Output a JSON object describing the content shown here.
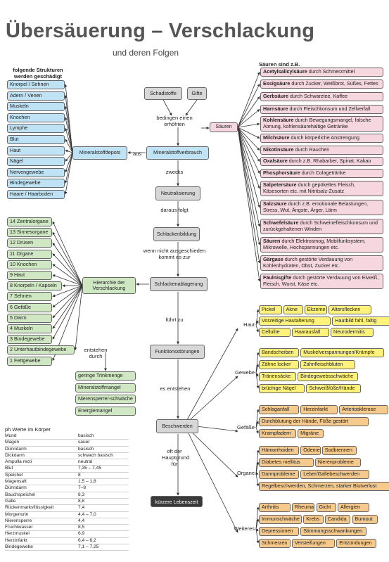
{
  "title": "Übersäuerung – Verschlackung",
  "subtitle": "und deren Folgen",
  "labels": {
    "left_header": "folgende Strukturen\nwerden geschädigt",
    "sauren_header": "Säuren sind z.B.",
    "bedingen": "bedingen einen\nerhöhten",
    "aus": "aus",
    "zwecks": "zwecks",
    "daraus": "daraus folgt",
    "wenn": "wenn nicht ausgeschieden\nkommt es zur",
    "fuehrt": "führt zu",
    "entstehen": "entstehen\ndurch",
    "es_entstehen": "es entstehen",
    "oft": "oft der\nHauptgrund\nfür"
  },
  "flow": {
    "schadstoffe": "Schadstoffe",
    "gifte": "Gifte",
    "saeuren": "Säuren",
    "mineralstoffverbrauch": "Mineralstoffverbrauch",
    "mineralstoffdepots": "Mineralstoffdepots",
    "neutralisierung": "Neutralisierung",
    "schlackenbildung": "Schlackenbildung",
    "schlackenablagerung": "Schlackenablagerung",
    "hierarchie": "Hierarchie der\nVerschlackung",
    "funktionsstoerungen": "Funktionsstörungen",
    "beschwerden": "Beschwerden",
    "lebenszeit": "kürzere Lebenszeit"
  },
  "structures": [
    "Knorpel / Sehnen",
    "Adern / Venen",
    "Muskeln",
    "Knochen",
    "Lymphe",
    "Blut",
    "Haut",
    "Nägel",
    "Nervengewebe",
    "Bindegewebe",
    "Haare / Haarboden"
  ],
  "hierarchy": [
    "14 Zentralorgane",
    "13 Sinnesorgane",
    "12 Drüsen",
    "11 Organe",
    "10 Knochen",
    "9 Haut",
    "8 Knorpeln / Kapseln",
    "7 Sehnen",
    "6 Gefäße",
    "5 Darm",
    "4 Muskeln",
    "3 Bindegewebe",
    "2 Unterhautbindegewebe",
    "1 Fettgewebe"
  ],
  "causes": [
    "geringe Trinkmenge",
    "Mineralstoffmangel",
    "Nierensperre/-schwäche",
    "Energiemangel"
  ],
  "acids": [
    {
      "name": "Acetylsalicylsäure",
      "desc": " durch Schmerzmittel"
    },
    {
      "name": "Essigsäure",
      "desc": " durch Zucker, Weißbrot, Süßes, Fettes"
    },
    {
      "name": "Gerbsäure",
      "desc": " durch Schwarztee, Kaffee"
    },
    {
      "name": "Harnsäure",
      "desc": " durch Fleischkonsum und Zellverfall"
    },
    {
      "name": "Kohlensäure",
      "desc": " durch Bewegungsmangel, falsche Atmung, kohlensäurehaltige Getränke"
    },
    {
      "name": "Milchsäure",
      "desc": " durch körperliche Anstrengung"
    },
    {
      "name": "Nikotinsäure",
      "desc": " durch Rauchen"
    },
    {
      "name": "Oxalsäure",
      "desc": " durch z.B. Rhabarber, Spinat, Kakao"
    },
    {
      "name": "Phosphorsäure",
      "desc": " durch Colagetränke"
    },
    {
      "name": "Salpetersäure",
      "desc": " durch gepökeltes Fleisch, Käsesorten etc. mit Nitritsalz-Zusatz"
    },
    {
      "name": "Salzsäure",
      "desc": " durch z.B. emotionale Belastungen, Stress, Wut, Ängste, Ärger, Lärm"
    },
    {
      "name": "Schwefelsäure",
      "desc": " durch Schweinefleischkonsum und zurückgehaltenen Winden"
    },
    {
      "name": "Säuren",
      "desc": " durch Elektrosmog, Mobilfunksystem, Mikrowelle, Hochspannungen etc."
    },
    {
      "name": "Gärgase",
      "desc": " durch gestörte Verdauung von Kohlenhydraten, Obst, Zucker etc."
    },
    {
      "name": "Fäulnisgifte",
      "desc": " durch gestörte Verdauung von Eiweiß, Fleisch, Wurst, Käse etc."
    }
  ],
  "groups": [
    {
      "label": "Haut",
      "rows": [
        [
          "Pickel",
          "Akne",
          "Ekzeme",
          "Altersflecken"
        ],
        [
          "Vorzeitige Hautalterung",
          "Hautbild fahl, faltig"
        ],
        [
          "Cellulite",
          "Haarausfall",
          "Neurodermitis"
        ]
      ]
    },
    {
      "label": "Gewebe",
      "rows": [
        [
          "Bandscheiben",
          "Muskelverspannungen/Krämpfe"
        ],
        [
          "Zähne locker",
          "Zahnfleischbluten"
        ],
        [
          "Tränensäcke",
          "Bindegewebsschwäche"
        ],
        [
          "brüchige Nägel",
          "Schweißfüße/Hände"
        ]
      ]
    },
    {
      "label": "Gefäße",
      "rows": [
        [
          "Schlaganfall",
          "Herzinfarkt",
          "Arteriosklerose"
        ],
        [
          "Durchblutung der Hände, Füße gestört"
        ],
        [
          "Krampfadern",
          "Migräne"
        ]
      ]
    },
    {
      "label": "Organe",
      "rows": [
        [
          "Hämorrhoiden",
          "Ödeme",
          "Sodbrennen"
        ],
        [
          "Diabetes mellitus",
          "Nierenprobleme"
        ],
        [
          "Darmprobleme",
          "Leber/Gallebeschwerden"
        ],
        [
          "Regelbeschwerden, Schmerzen, starker Blutverlust"
        ]
      ]
    },
    {
      "label": "Weiteres",
      "rows": [
        [
          "Arthritis",
          "Rheuma",
          "Gicht",
          "Allergien"
        ],
        [
          "Immunschwäche",
          "Krebs",
          "Candida",
          "Burnout"
        ],
        [
          "Depressionen",
          "Stimmungsschwankungen"
        ],
        [
          "Schmerzen",
          "Versteifungen",
          "Entzündungen"
        ]
      ]
    }
  ],
  "ph": {
    "title": "ph Werte im Körper",
    "rows": [
      [
        "Mund",
        "basisch"
      ],
      [
        "Magen",
        "sauer"
      ],
      [
        "Dünndarm",
        "basisch"
      ],
      [
        "Dickdarm",
        "schwach basisch"
      ],
      [
        "Ampulla recti",
        "neutral"
      ],
      [
        "Blut",
        "7,35 – 7,45"
      ],
      [
        "Speichel",
        "8"
      ],
      [
        "Magensaft",
        "1,5 – 1,8"
      ],
      [
        "Dünndarm",
        "7–8"
      ],
      [
        "Bauchspeichel",
        "8,3"
      ],
      [
        "Galle",
        "8,8"
      ],
      [
        "Rückenmarksflüssigkeit",
        "7,4"
      ],
      [
        "Morgenurin",
        "4,4 – 7,0"
      ],
      [
        "Nierensperre",
        "4,4"
      ],
      [
        "Fruchtwasser",
        "8,5"
      ],
      [
        "Herzmuskel",
        "6,9"
      ],
      [
        "Herzinfarkt",
        "6,4 – 6,2"
      ],
      [
        "Bindegewebe",
        "7,1 – 7,25"
      ]
    ]
  },
  "colors": {
    "blue": "#bfe3f5",
    "green": "#cfe8c3",
    "grey": "#d7d7d7",
    "pink": "#f6d7df",
    "yellow": "#fff27a",
    "orange": "#f6c98c",
    "dark": "#3a3a3a"
  }
}
